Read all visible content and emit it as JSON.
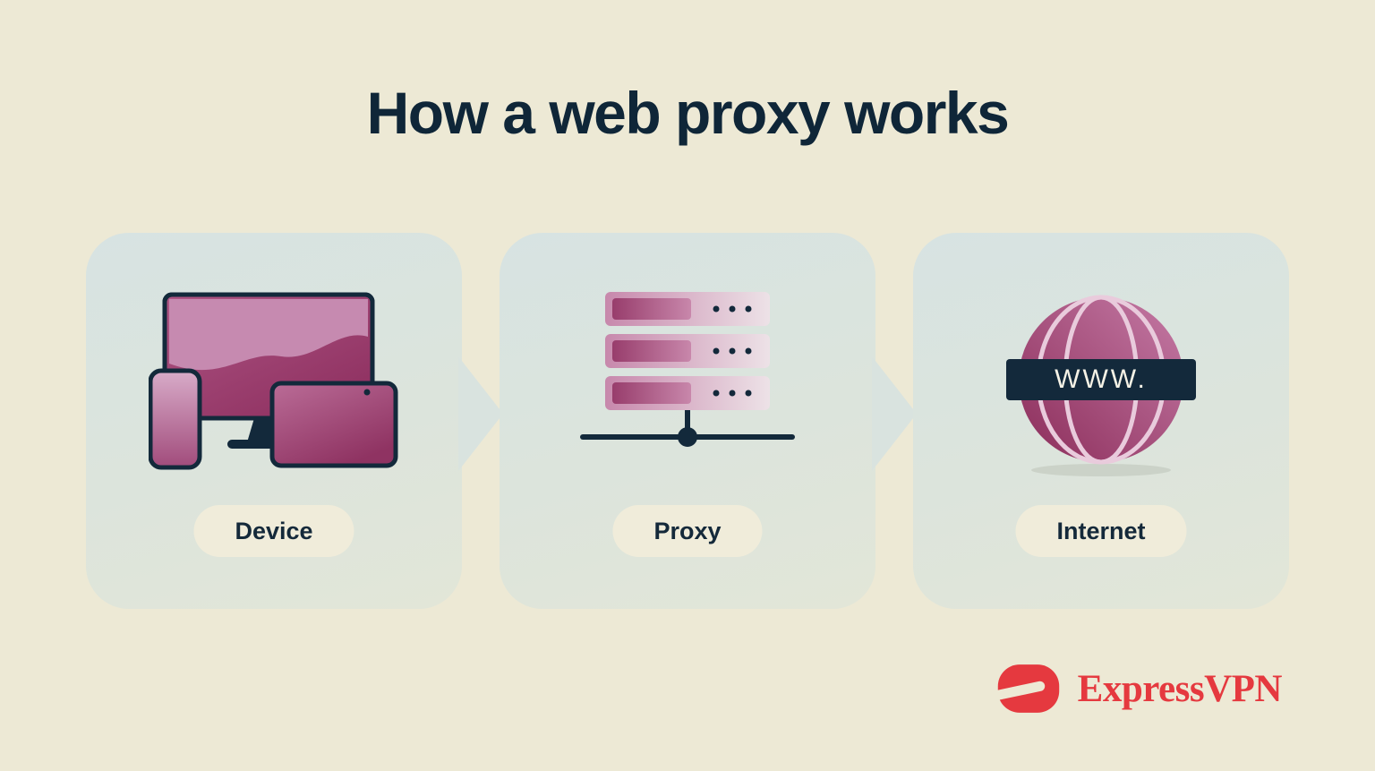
{
  "page": {
    "title": "How a web proxy works"
  },
  "colors": {
    "background": "#EDE9D5",
    "card_gradient_top": "#D7E3E2",
    "card_gradient_bottom": "#E2E6D8",
    "ink_navy": "#13293B",
    "maroon_dark": "#8E3060",
    "maroon_light": "#C98BB2",
    "pill_background": "#F0ECDA",
    "brand_red": "#E5393F"
  },
  "cards": [
    {
      "label": "Device",
      "icon": "devices-icon"
    },
    {
      "label": "Proxy",
      "icon": "proxy-server-icon"
    },
    {
      "label": "Internet",
      "icon": "globe-icon"
    }
  ],
  "globe": {
    "banner_text": "WWW."
  },
  "brand": {
    "name": "ExpressVPN"
  }
}
